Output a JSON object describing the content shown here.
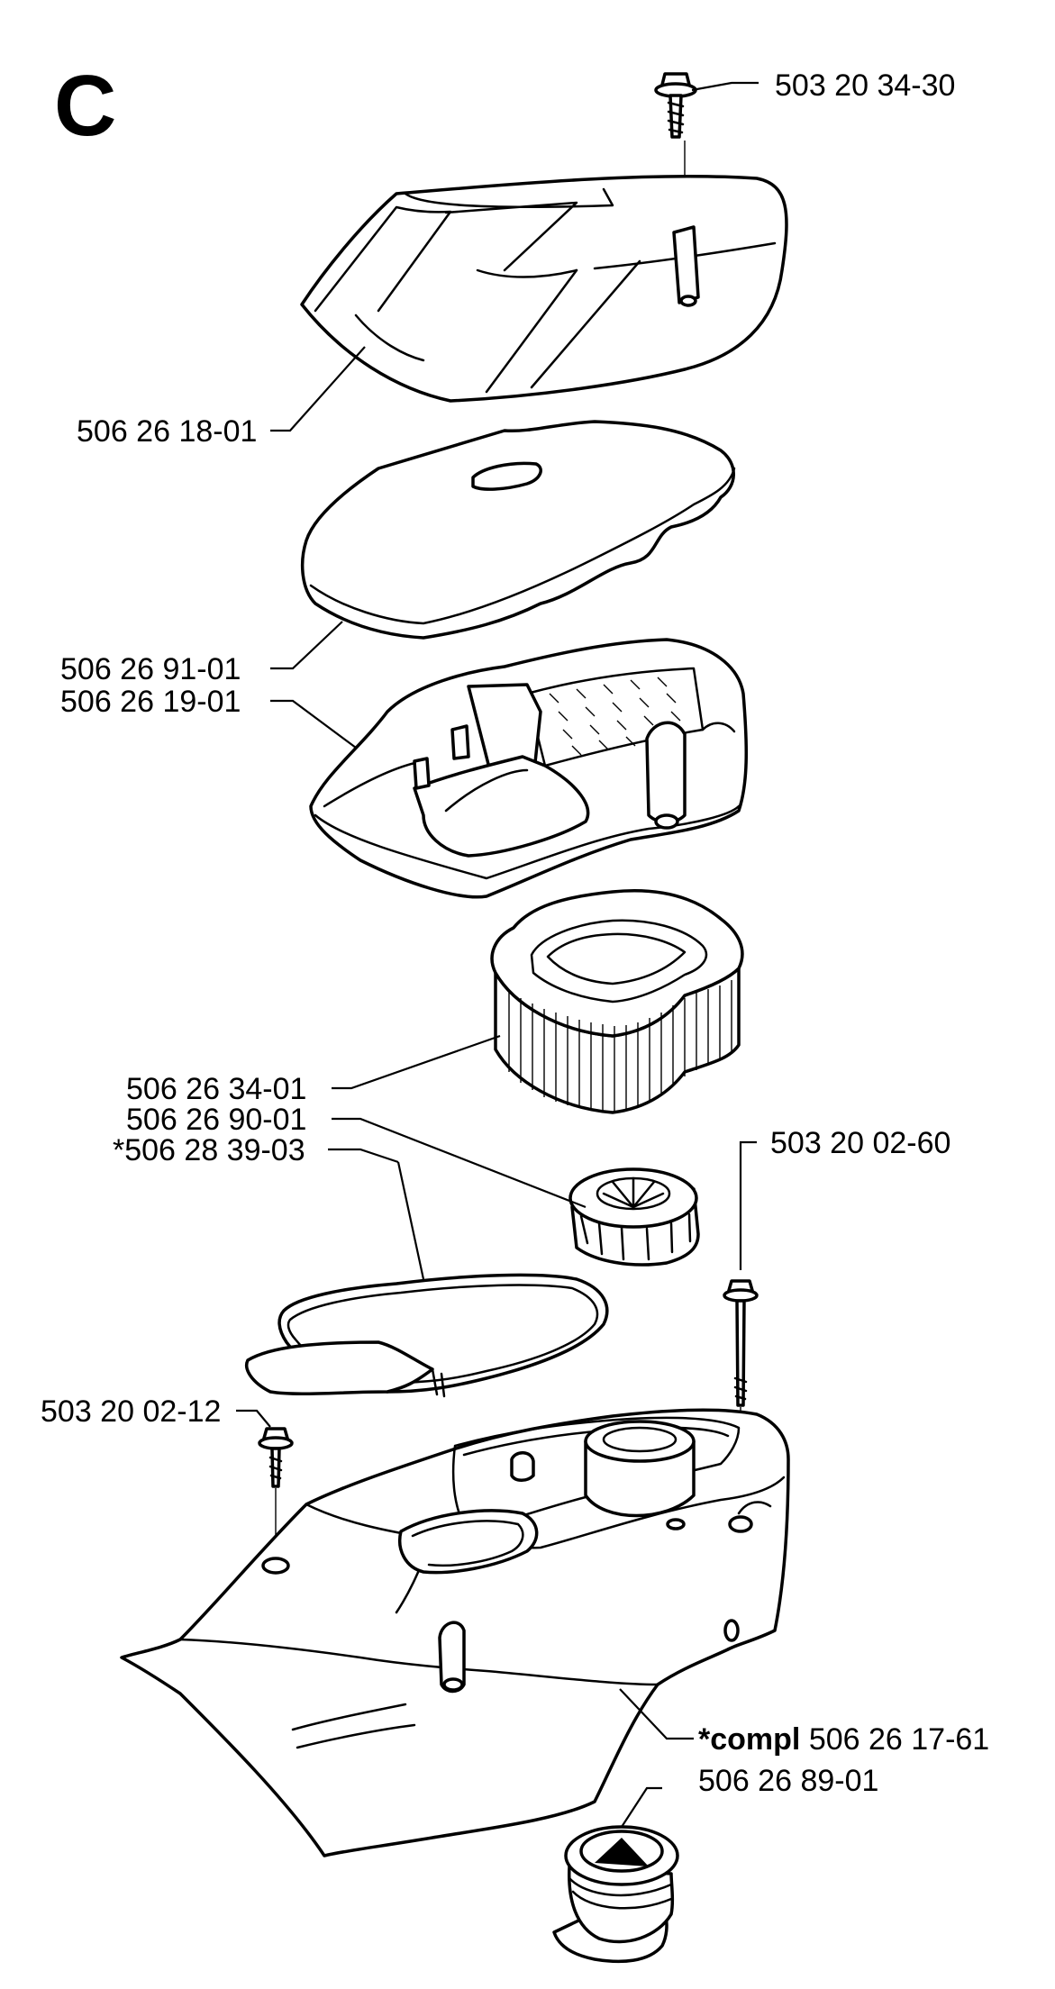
{
  "section_letter": "C",
  "colors": {
    "ink": "#000000",
    "paper": "#ffffff"
  },
  "labels": {
    "screw_top": "503 20 34-30",
    "cover": "506 26 18-01",
    "prefilter": "506 26 91-01",
    "filter_housing": "506 26 19-01",
    "air_filter": "506 26 34-01",
    "filter_nut": "506 26 90-01",
    "gasket": "*506 28 39-03",
    "long_screw": "503 20 02-60",
    "short_screw": "503 20 02-12",
    "base_compl_prefix": "*compl",
    "base_compl_number": "506 26 17-61",
    "rubber_bellows": "506 26 89-01"
  }
}
